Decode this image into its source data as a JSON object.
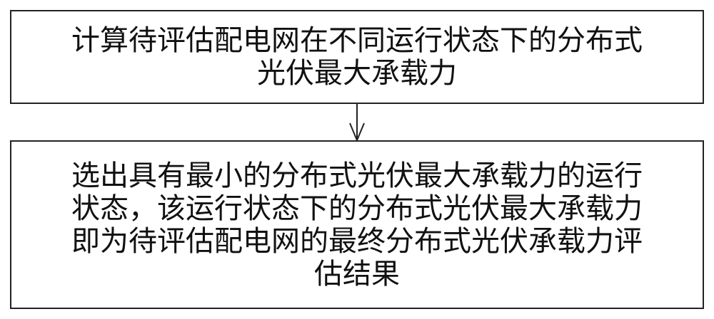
{
  "flowchart": {
    "steps": [
      {
        "id": "step-1",
        "lines": [
          "计算待评估配电网在不同运行状态下的分布式",
          "光伏最大承载力"
        ]
      },
      {
        "id": "step-2",
        "lines": [
          "选出具有最小的分布式光伏最大承载力的运行",
          "状态，该运行状态下的分布式光伏最大承载力",
          "即为待评估配电网的最终分布式光伏承载力评",
          "估结果"
        ]
      }
    ],
    "connectors": [
      {
        "from": "step-1",
        "to": "step-2",
        "icon": "arrow-down-icon"
      }
    ],
    "colors": {
      "border": "#222222",
      "text": "#111111",
      "background": "#ffffff"
    }
  }
}
